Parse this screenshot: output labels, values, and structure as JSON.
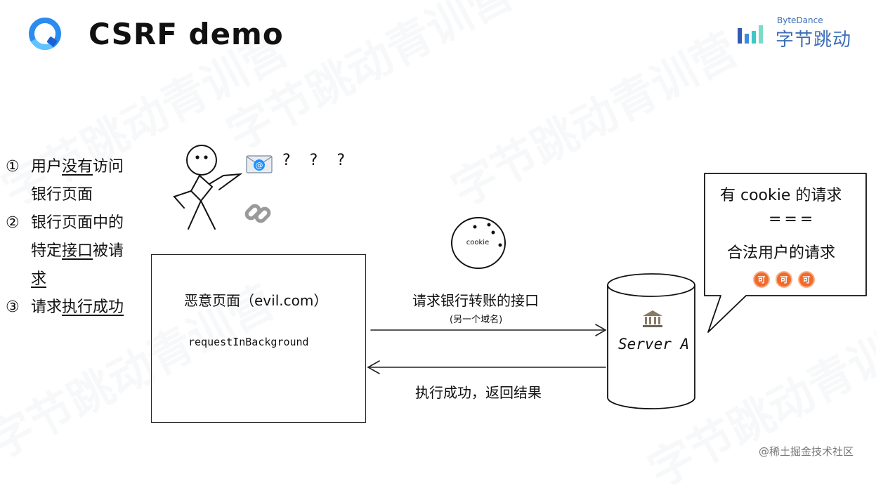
{
  "header": {
    "title": "CSRF demo",
    "brand_small": "ByteDance",
    "brand_big": "字节跳动"
  },
  "watermark_text": "字节跳动青训营",
  "steps": [
    {
      "num": "①",
      "pre": "用户",
      "ul": "没有",
      "post": "访问",
      "line2": "银行页面"
    },
    {
      "num": "②",
      "line1": "银行页面中的",
      "l2_pre": "特定",
      "l2_ul": "接口",
      "l2_post": "被请",
      "line3": "求"
    },
    {
      "num": "③",
      "pre": "请求",
      "ul": "执行成功"
    }
  ],
  "question_marks": "? ? ?",
  "evil": {
    "title": "恶意页面（evil.com）",
    "code": "requestInBackground"
  },
  "cookie_label": "cookie",
  "request": {
    "label": "请求银行转账的接口",
    "sub": "(另一个域名)"
  },
  "response_label": "执行成功，返回结果",
  "server_label": "Server A",
  "bubble": {
    "line1": "有 cookie 的请求",
    "line2": "===",
    "line3": "合法用户的请求",
    "badges": [
      "可",
      "可",
      "可"
    ]
  },
  "footer": "@稀土掘金技术社区",
  "colors": {
    "badge": "#f06a2b",
    "brand": "#3d6eb5",
    "logo_blue": "#2b8cf0"
  },
  "icons": [
    "app-logo-icon",
    "bytedance-logo-icon",
    "mail-icon",
    "link-icon",
    "bank-icon",
    "cookie-icon"
  ]
}
